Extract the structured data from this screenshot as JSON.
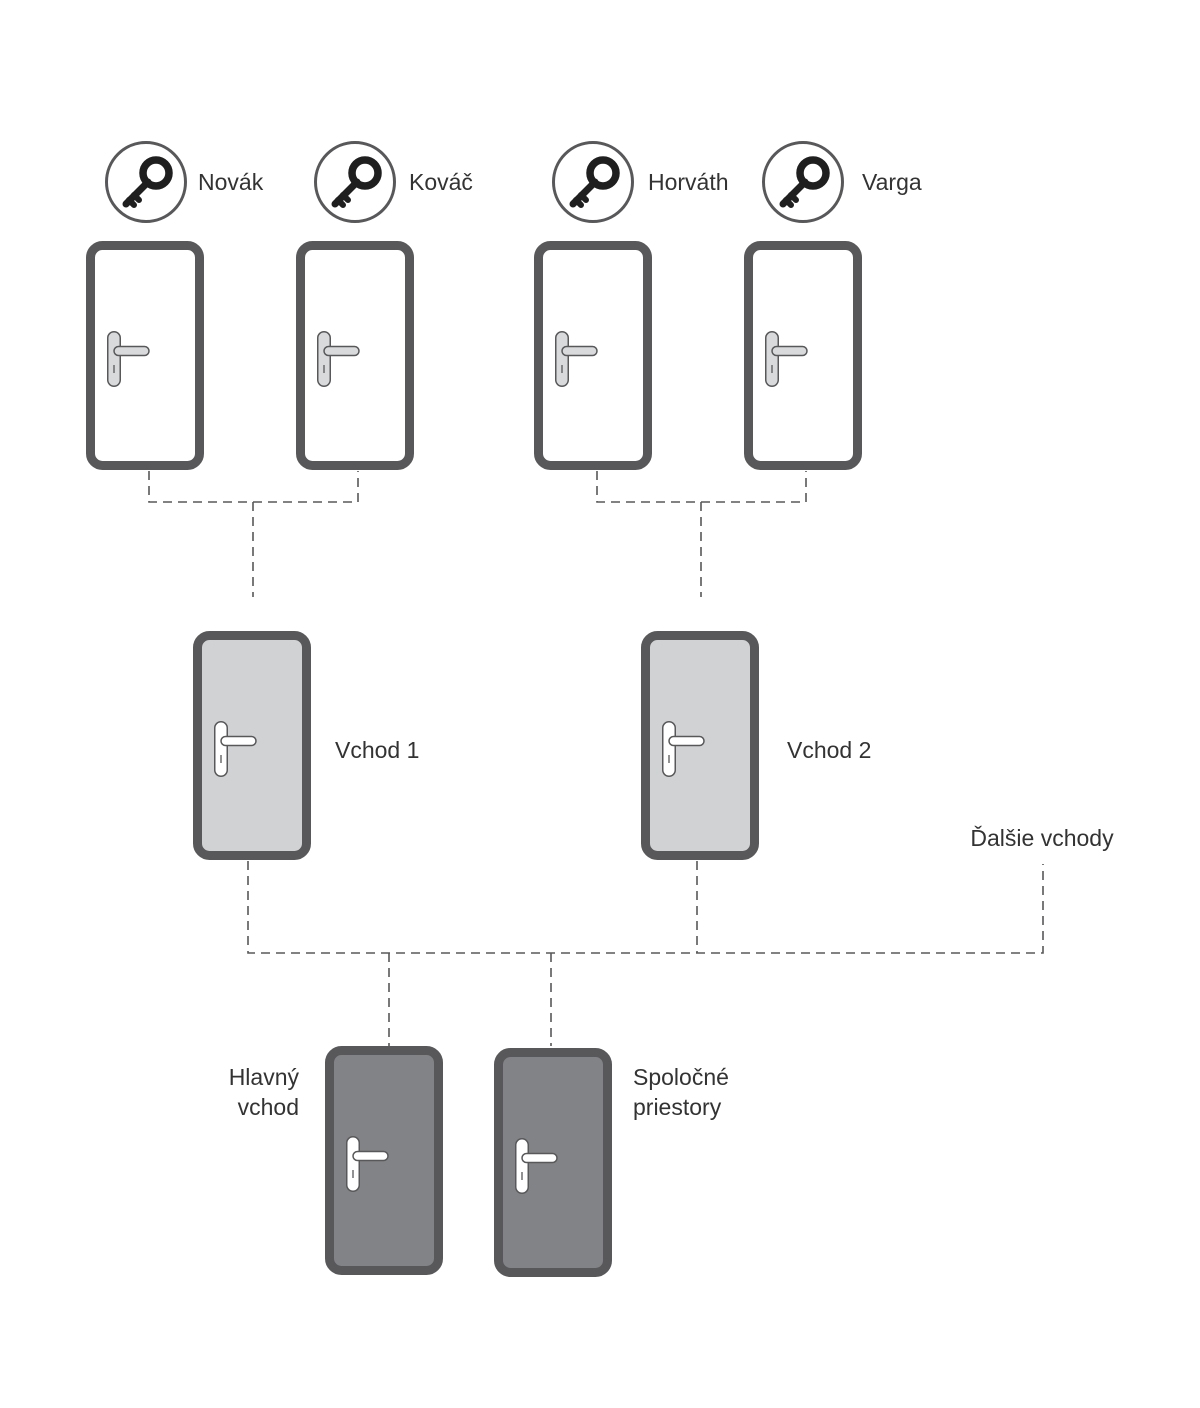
{
  "colors": {
    "frame": "#58585a",
    "door_white": "#ffffff",
    "door_light": "#d1d2d4",
    "door_dark": "#828386",
    "handle_plate": "#d9dadb",
    "connector": "#58585a",
    "key_circle": "#58585a",
    "key_glyph": "#1f1f1f",
    "text": "#333333"
  },
  "apartment_doors": [
    {
      "name": "Novák",
      "icon": "key-icon"
    },
    {
      "name": "Kováč",
      "icon": "key-icon"
    },
    {
      "name": "Horváth",
      "icon": "key-icon"
    },
    {
      "name": "Varga",
      "icon": "key-icon"
    }
  ],
  "entrance_doors": [
    {
      "label": "Vchod 1"
    },
    {
      "label": "Vchod 2"
    }
  ],
  "more_entrances_label": "Ďalšie vchody",
  "main_doors": [
    {
      "label_lines": [
        "Hlavný",
        "vchod"
      ]
    },
    {
      "label_lines": [
        "Spoločné",
        "priestory"
      ]
    }
  ]
}
